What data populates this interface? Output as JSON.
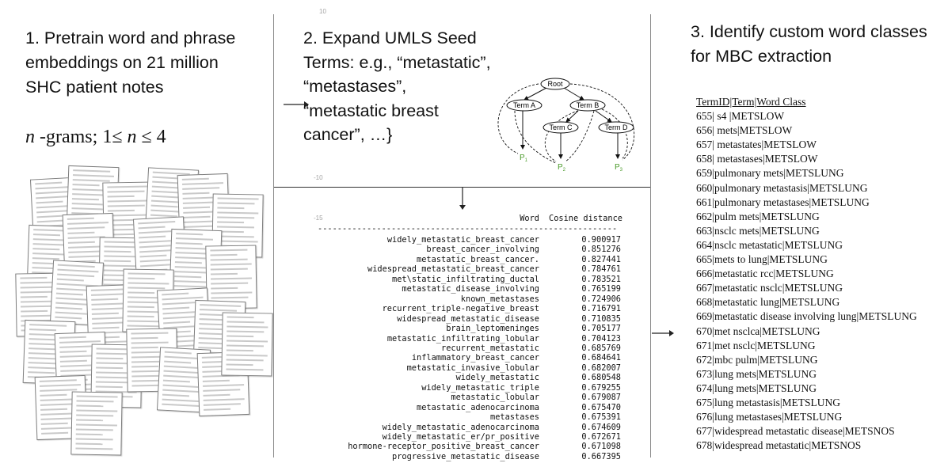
{
  "panel1": {
    "heading": "1. Pretrain word and phrase\nembeddings on 21 million\nSHC patient notes",
    "ngram_n": "n",
    "ngram_rest": " -grams;  1≤ ",
    "ngram_n2": "n",
    "ngram_tail": " ≤ 4"
  },
  "panel2": {
    "heading": "2. Expand UMLS Seed\nTerms: e.g., “metastatic”,\n“metastases”,\n“metastatic breast\ncancer”, …}",
    "tree": {
      "root": "Root",
      "term_a": "Term A",
      "term_b": "Term B",
      "term_c": "Term C",
      "term_d": "Term D",
      "p1": "P",
      "p1_sub": "1",
      "p2": "P",
      "p2_sub": "2",
      "p3": "P",
      "p3_sub": "3"
    },
    "axis_ticks": [
      "10",
      "-10",
      "-15"
    ],
    "table": {
      "col_word": "Word",
      "col_cos": "Cosine distance",
      "dashes": "-------------------------------------------------------------",
      "rows": [
        {
          "word": "widely_metastatic_breast_cancer",
          "cos": "0.900917"
        },
        {
          "word": "breast_cancer_involving",
          "cos": "0.851276"
        },
        {
          "word": "metastatic_breast_cancer.",
          "cos": "0.827441"
        },
        {
          "word": "widespread_metastatic_breast_cancer",
          "cos": "0.784761"
        },
        {
          "word": "met\\static_infiltrating_ductal",
          "cos": "0.783521"
        },
        {
          "word": "metastatic_disease_involving",
          "cos": "0.765199"
        },
        {
          "word": "known_metastases",
          "cos": "0.724906"
        },
        {
          "word": "recurrent_triple-negative_breast",
          "cos": "0.716791"
        },
        {
          "word": "widespread_metastatic_disease",
          "cos": "0.710835"
        },
        {
          "word": "brain_leptomeninges",
          "cos": "0.705177"
        },
        {
          "word": "metastatic_infiltrating_lobular",
          "cos": "0.704123"
        },
        {
          "word": "recurrent_metastatic",
          "cos": "0.685769"
        },
        {
          "word": "inflammatory_breast_cancer",
          "cos": "0.684641"
        },
        {
          "word": "metastatic_invasive_lobular",
          "cos": "0.682007"
        },
        {
          "word": "widely_metastatic",
          "cos": "0.680548"
        },
        {
          "word": "widely_metastatic_triple",
          "cos": "0.679255"
        },
        {
          "word": "metastatic_lobular",
          "cos": "0.679087"
        },
        {
          "word": "metastatic_adenocarcinoma",
          "cos": "0.675470"
        },
        {
          "word": "metastases",
          "cos": "0.675391"
        },
        {
          "word": "widely_metastatic_adenocarcinoma",
          "cos": "0.674609"
        },
        {
          "word": "widely_metastatic_er/pr_positive",
          "cos": "0.672671"
        },
        {
          "word": "hormone-receptor_positive_breast_cancer",
          "cos": "0.671098"
        },
        {
          "word": "progressive_metastatic_disease",
          "cos": "0.667395"
        }
      ]
    }
  },
  "panel3": {
    "heading": "3. Identify custom word classes\nfor MBC extraction",
    "list_title": "TermID|Term|Word Class",
    "rows": [
      "655| s4 |METSLOW",
      "656| mets|METSLOW",
      "657| metastates|METSLOW",
      "658| metastases|METSLOW",
      "659|pulmonary mets|METSLUNG",
      "660|pulmonary metastasis|METSLUNG",
      "661|pulmonary metastases|METSLUNG",
      "662|pulm mets|METSLUNG",
      "663|nsclc mets|METSLUNG",
      "664|nsclc metastatic|METSLUNG",
      "665|mets to lung|METSLUNG",
      "666|metastatic rcc|METSLUNG",
      "667|metastatic nsclc|METSLUNG",
      "668|metastatic lung|METSLUNG",
      "669|metastatic disease involving lung|METSLUNG",
      "670|met nsclca|METSLUNG",
      "671|met nsclc|METSLUNG",
      "672|mbc pulm|METSLUNG",
      "673|lung mets|METSLUNG",
      "674|lung mets|METSLUNG",
      "675|lung metastasis|METSLUNG",
      "676|lung metastases|METSLUNG",
      "677|widespread metastatic disease|METSNOS",
      "678|widespread metastatic|METSNOS"
    ]
  },
  "colors": {
    "text": "#111111",
    "tree_green": "#4a9a2a",
    "divider": "#8a8a8a"
  }
}
